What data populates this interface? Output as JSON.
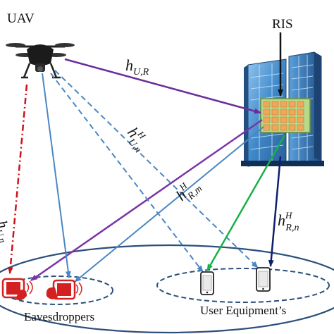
{
  "labels": {
    "uav": "UAV",
    "ris": "RIS",
    "eavesdroppers": "Eavesdroppers",
    "user_equipments": "User Equipment’s"
  },
  "channels": {
    "uav_ris": {
      "symbol": "h",
      "sub": "U,R",
      "sup": ""
    },
    "uav_user": {
      "symbol": "h",
      "sub": "U,n",
      "sup": "H"
    },
    "ris_eaves": {
      "symbol": "h",
      "sub": "R,m",
      "sup": "H"
    },
    "ris_user": {
      "symbol": "h",
      "sub": "R,n",
      "sup": "H"
    },
    "uav_eaves": {
      "symbol": "h",
      "sub": "U,n",
      "sup": ""
    }
  },
  "colors": {
    "uav_ris_link": "#6a2d9a",
    "ris_eaves_link": "#7a34a8",
    "uav_user_link": "#4a86c4",
    "uav_eaves_link": "#d0101a",
    "ris_green_link": "#18b04a",
    "ris_user_link": "#0f1f6a",
    "ellipse": "#2b4f7a",
    "eaves_device": "#d42020",
    "building": "#3a7fc0"
  }
}
